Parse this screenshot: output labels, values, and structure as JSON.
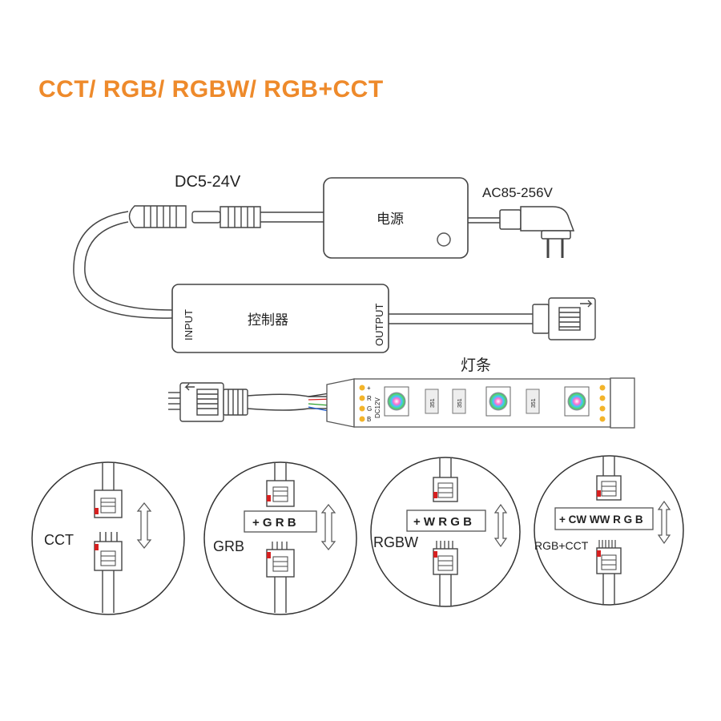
{
  "title": "CCT/ RGB/ RGBW/ RGB+CCT",
  "labels": {
    "dc_voltage": "DC5-24V",
    "ac_voltage": "AC85-256V",
    "power_supply": "电源",
    "controller": "控制器",
    "input": "INPUT",
    "output": "OUTPUT",
    "led_strip": "灯条",
    "strip_pins": [
      "+",
      "R",
      "G",
      "B"
    ],
    "strip_dc": "DC12V",
    "chip_label": "351"
  },
  "modes": [
    {
      "name": "CCT",
      "pins": ""
    },
    {
      "name": "GRB",
      "pins": "+ G R B"
    },
    {
      "name": "RGBW",
      "pins": "+ W R G B"
    },
    {
      "name": "RGB+CCT",
      "pins": "+ CW WW R G B"
    }
  ],
  "colors": {
    "title": "#ee8a2b",
    "line": "#333333",
    "red_marker": "#d62020"
  }
}
